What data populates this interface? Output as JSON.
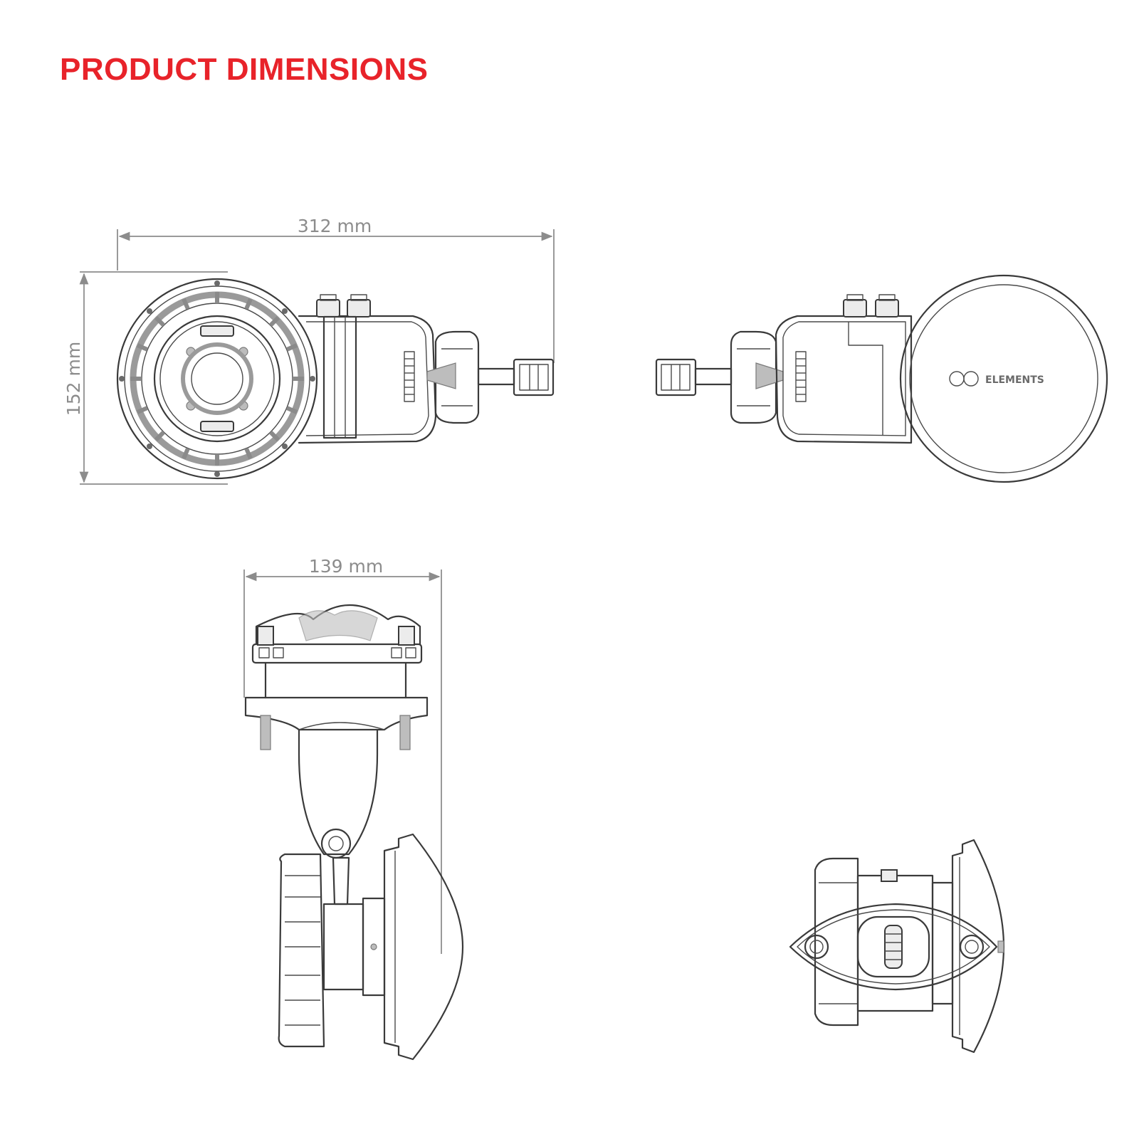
{
  "title": "PRODUCT DIMENSIONS",
  "colors": {
    "title": "#e8232a",
    "dimension": "#8c8c8c",
    "outline": "#3a3a3a"
  },
  "dimensions": {
    "width_top": "312 mm",
    "height_left": "152 mm",
    "width_bottom": "139 mm"
  },
  "logo_text": "ELEMENTS"
}
